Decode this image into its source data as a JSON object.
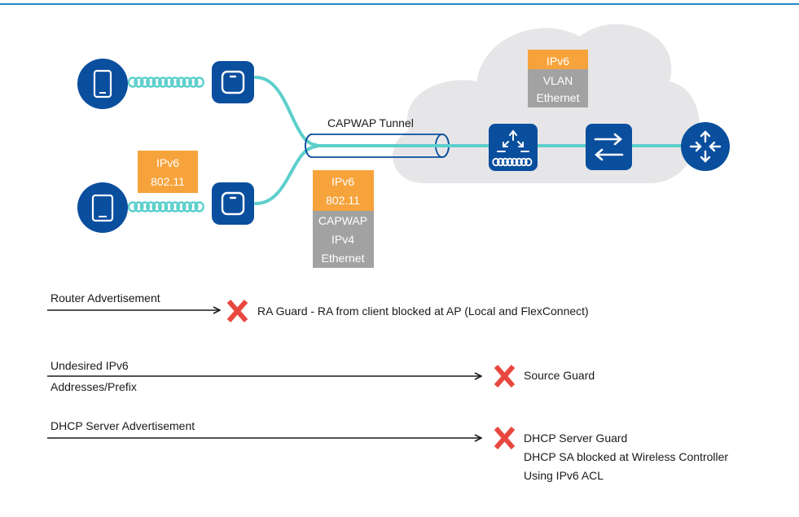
{
  "colors": {
    "top_rule": "#1f88c9",
    "device_blue": "#0a4e9e",
    "link_teal": "#5ccfcc",
    "cloud": "#e6e6e8",
    "orange": "#f7a33c",
    "gray": "#a2a2a2",
    "red_x": "#e8483f",
    "text": "#1a1a1a"
  },
  "icons": {
    "client_1": "smartphone-icon",
    "client_2": "tablet-icon",
    "ap_1": "access-point-icon",
    "ap_2": "access-point-icon",
    "controller": "wireless-controller-icon",
    "switch": "switch-icon",
    "router": "router-icon",
    "blocked": "x-mark-icon"
  },
  "cloud_stack": [
    "IPv6",
    "VLAN",
    "Ethernet"
  ],
  "client_stack": [
    "IPv6",
    "802.11"
  ],
  "tunnel_stack": [
    "IPv6",
    "802.11",
    "CAPWAP",
    "IPv4",
    "Ethernet"
  ],
  "tunnel_label": "CAPWAP Tunnel",
  "rows": {
    "ra": {
      "label": "Router Advertisement",
      "result": "RA Guard - RA from client blocked at AP (Local and FlexConnect)"
    },
    "source": {
      "label_line1": "Undesired IPv6",
      "label_line2": "Addresses/Prefix",
      "result": "Source Guard"
    },
    "dhcp": {
      "label": "DHCP Server Advertisement",
      "result_line1": "DHCP Server Guard",
      "result_line2": "DHCP SA blocked at Wireless Controller",
      "result_line3": "Using IPv6 ACL"
    }
  }
}
